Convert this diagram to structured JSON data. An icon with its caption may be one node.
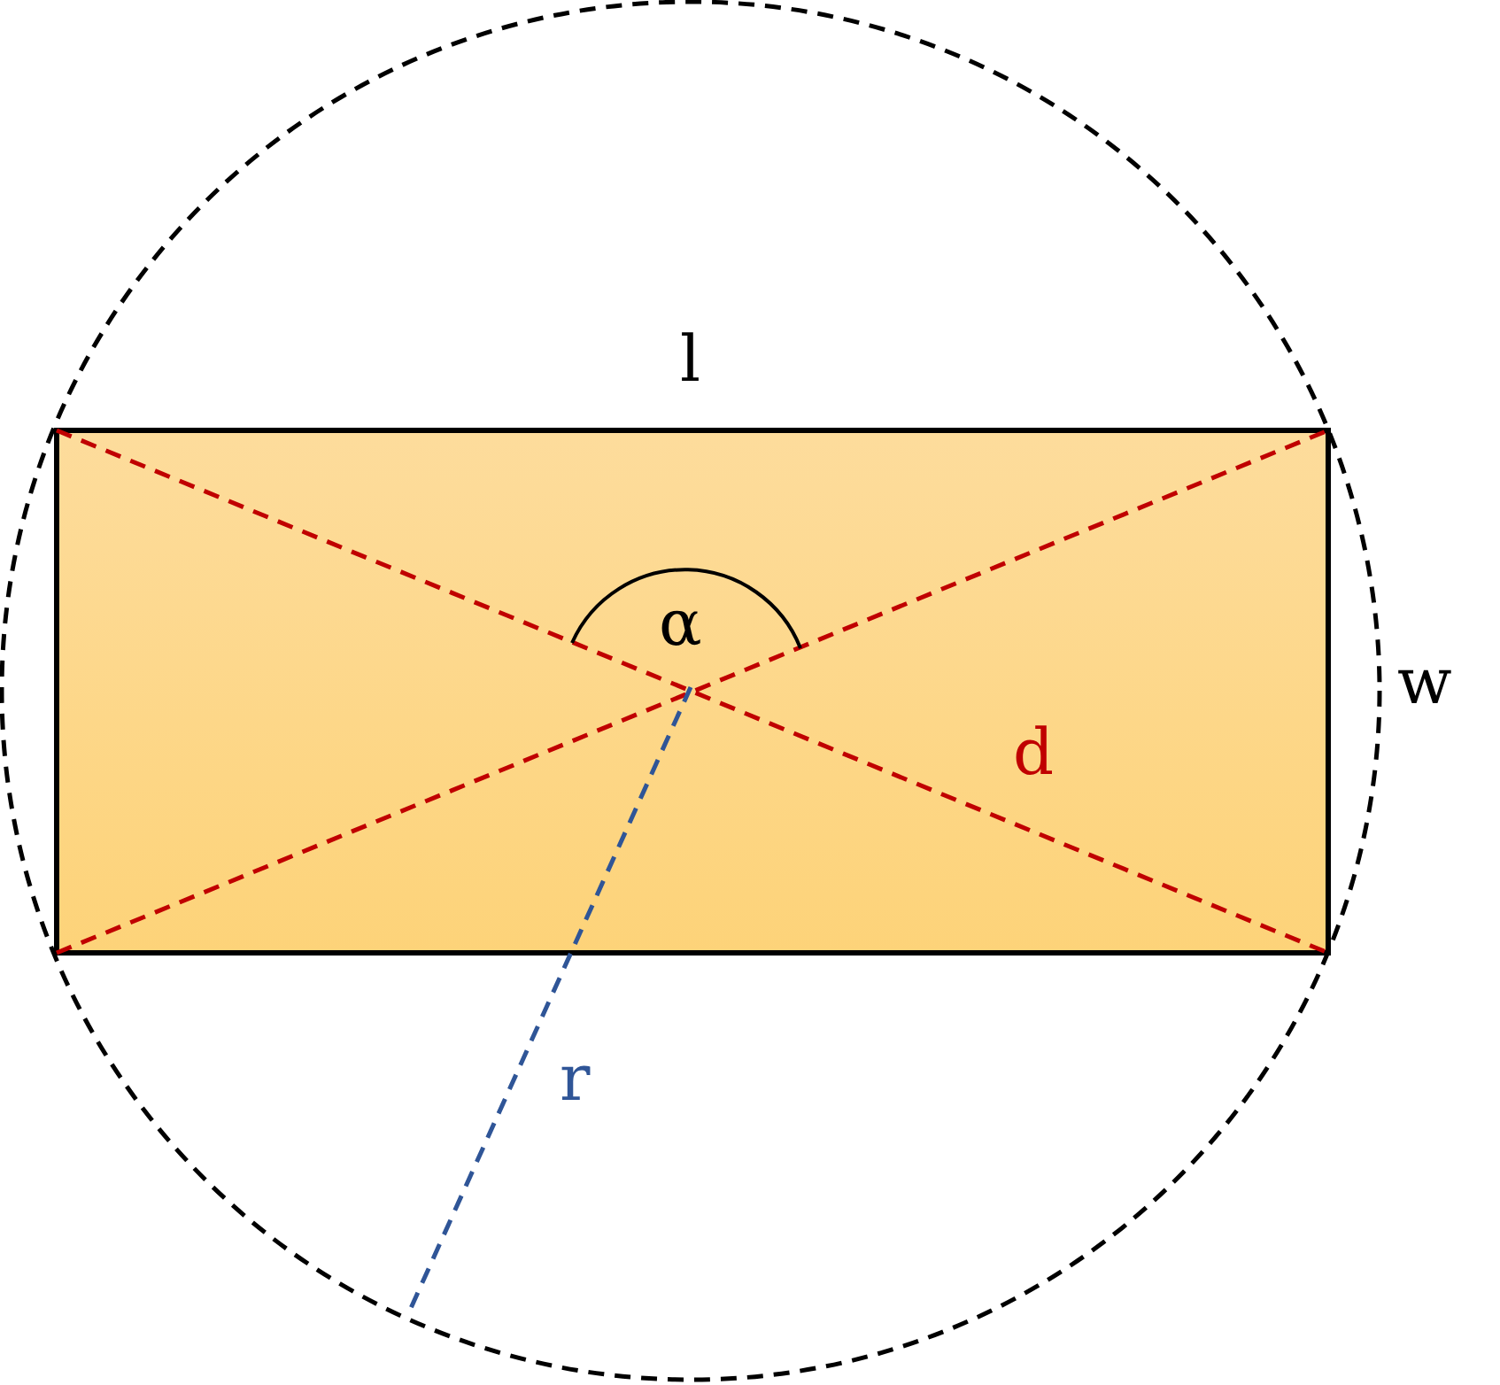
{
  "diagram": {
    "labels": [
      "l",
      "α",
      "w",
      "d",
      "r"
    ]
  }
}
